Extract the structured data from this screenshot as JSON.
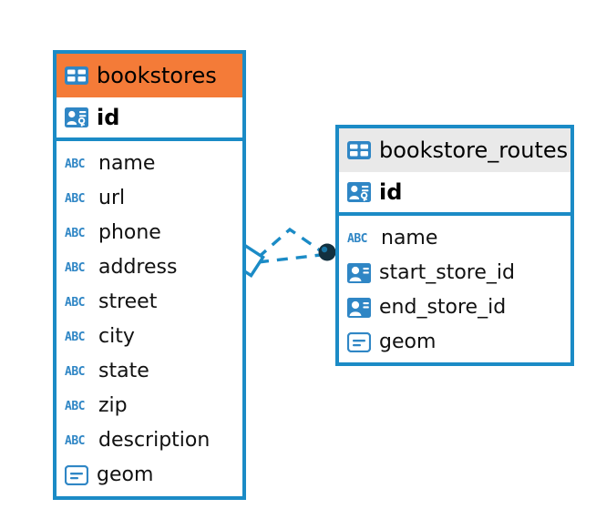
{
  "diagram": {
    "type": "entity-relationship-diagram",
    "background": "#ffffff",
    "accent_blue": "#1b8bc6",
    "accent_orange": "#f47b38",
    "header_grey": "#e9e9e9",
    "icon_blue": "#2f86c5"
  },
  "entities": [
    {
      "id": "bookstores",
      "name": "bookstores",
      "header_style": "accent-orange",
      "table_icon": "table-icon",
      "primary_key": {
        "name": "id",
        "icon": "primary-key-icon"
      },
      "fields": [
        {
          "name": "name",
          "icon": "abc-text-icon",
          "type_glyph": "ABC"
        },
        {
          "name": "url",
          "icon": "abc-text-icon",
          "type_glyph": "ABC"
        },
        {
          "name": "phone",
          "icon": "abc-text-icon",
          "type_glyph": "ABC"
        },
        {
          "name": "address",
          "icon": "abc-text-icon",
          "type_glyph": "ABC"
        },
        {
          "name": "street",
          "icon": "abc-text-icon",
          "type_glyph": "ABC"
        },
        {
          "name": "city",
          "icon": "abc-text-icon",
          "type_glyph": "ABC"
        },
        {
          "name": "state",
          "icon": "abc-text-icon",
          "type_glyph": "ABC"
        },
        {
          "name": "zip",
          "icon": "abc-text-icon",
          "type_glyph": "ABC"
        },
        {
          "name": "description",
          "icon": "abc-text-icon",
          "type_glyph": "ABC"
        },
        {
          "name": "geom",
          "icon": "geometry-icon",
          "type_glyph": ""
        }
      ]
    },
    {
      "id": "bookstore_routes",
      "name": "bookstore_routes",
      "header_style": "accent-grey",
      "table_icon": "table-icon",
      "primary_key": {
        "name": "id",
        "icon": "primary-key-icon"
      },
      "fields": [
        {
          "name": "name",
          "icon": "abc-text-icon",
          "type_glyph": "ABC"
        },
        {
          "name": "start_store_id",
          "icon": "foreign-key-icon",
          "type_glyph": ""
        },
        {
          "name": "end_store_id",
          "icon": "foreign-key-icon",
          "type_glyph": ""
        },
        {
          "name": "geom",
          "icon": "geometry-icon",
          "type_glyph": ""
        }
      ]
    }
  ],
  "relationship": {
    "name": "bookstores-to-bookstore-routes",
    "line_style": "dashed",
    "color": "#1b8bc6",
    "source_marker": "diamond-outline-marker",
    "target_marker": "filled-circle-marker"
  }
}
